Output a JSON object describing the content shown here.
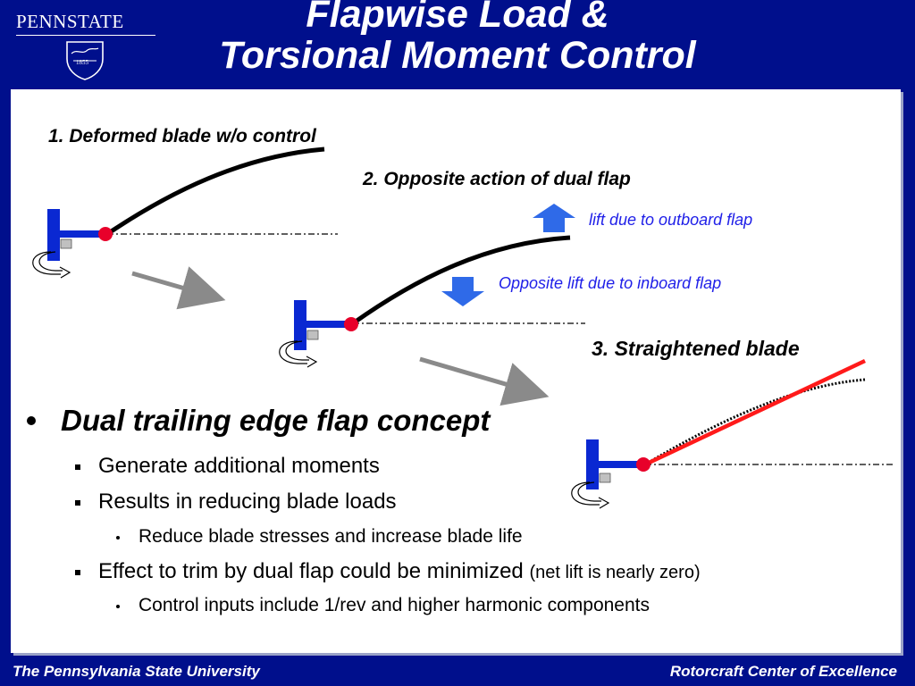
{
  "header": {
    "logo_text": "PENNSTATE",
    "logo_year": "1855",
    "title_line1": "Flapwise Load &",
    "title_line2": "Torsional Moment Control"
  },
  "diagram": {
    "label_1": "1. Deformed blade w/o control",
    "label_2": "2. Opposite action of dual flap",
    "label_3": "3. Straightened blade",
    "lift_outboard": "lift due to outboard flap",
    "lift_inboard": "Opposite lift due to inboard flap",
    "colors": {
      "hub": "#0a28d2",
      "blade": "#000000",
      "straight": "#ff1a1a",
      "joint": "#e8002a",
      "arrow": "#2f6ae8",
      "gray_arrow": "#8a8a8a"
    }
  },
  "bullets": {
    "main": "Dual trailing edge flap concept",
    "items": [
      {
        "text": "Generate additional moments"
      },
      {
        "text": "Results in reducing blade loads"
      },
      {
        "text": "Reduce blade stresses and increase blade life"
      },
      {
        "text": "Effect to trim by dual flap could be minimized",
        "note": "(net lift is nearly zero)"
      },
      {
        "text": "Control inputs include 1/rev and higher harmonic components"
      }
    ]
  },
  "footer": {
    "left": "The Pennsylvania State University",
    "right": "Rotorcraft Center of Excellence"
  }
}
